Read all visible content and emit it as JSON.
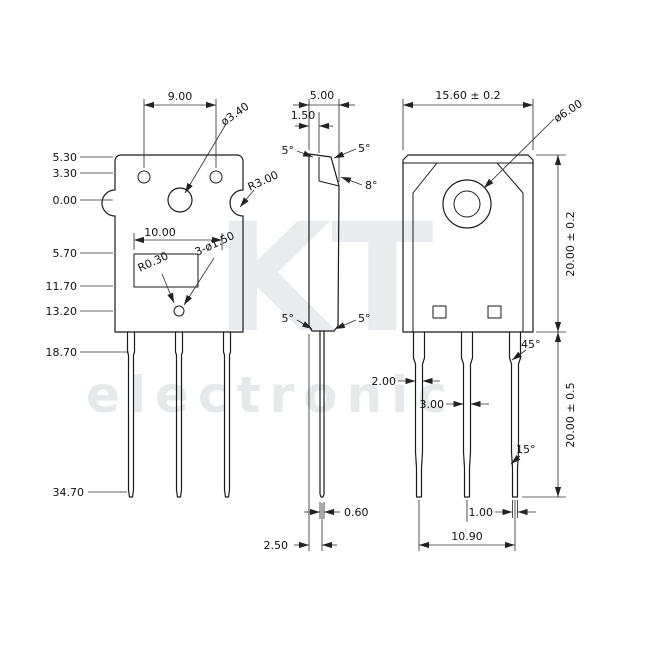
{
  "watermark": {
    "big": "KT",
    "small": "electronic"
  },
  "front": {
    "top_width": "9.00",
    "hole_dia": "ø3.40",
    "corner_radius": "R3.00",
    "tab_width": "10.00",
    "lead_fillet": "R0.30",
    "lead_holes": "3-ø1.50",
    "ordinates": [
      "5.30",
      "3.30",
      "0.00",
      "5.70",
      "11.70",
      "13.20",
      "18.70",
      "34.70"
    ]
  },
  "side": {
    "depth": "5.00",
    "tab_thickness": "1.50",
    "draft_top_left": "5°",
    "draft_top_right": "5°",
    "chamfer_angle": "8°",
    "draft_bottom_left": "5°",
    "draft_bottom_right": "5°",
    "lead_thickness": "0.60",
    "lead_offset": "2.50"
  },
  "back": {
    "body_width": "15.60 ± 0.2",
    "hole_dia": "ø6.00",
    "body_height": "20.00 ± 0.2",
    "shoulder_angle": "45°",
    "lead_width_shoulder": "2.00",
    "lead_width_mid": "3.00",
    "lead_length": "20.00 ± 0.5",
    "tip_angle": "15°",
    "lead_width_tip": "1.00",
    "lead_span": "10.90"
  }
}
